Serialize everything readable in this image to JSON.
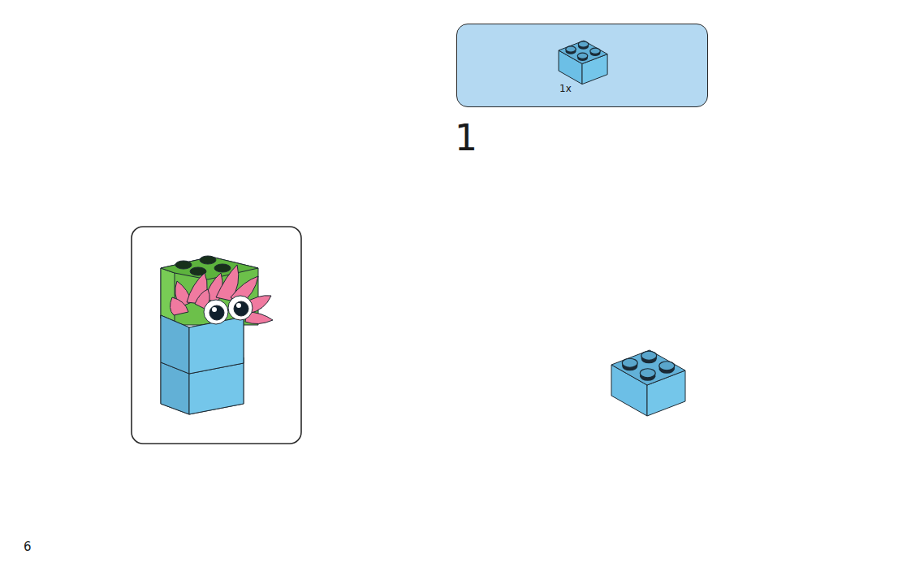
{
  "diagram": {
    "nodes": [
      {
        "text": [
          "1x"
        ]
      }
    ],
    "labels": [
      "1",
      "6"
    ]
  }
}
